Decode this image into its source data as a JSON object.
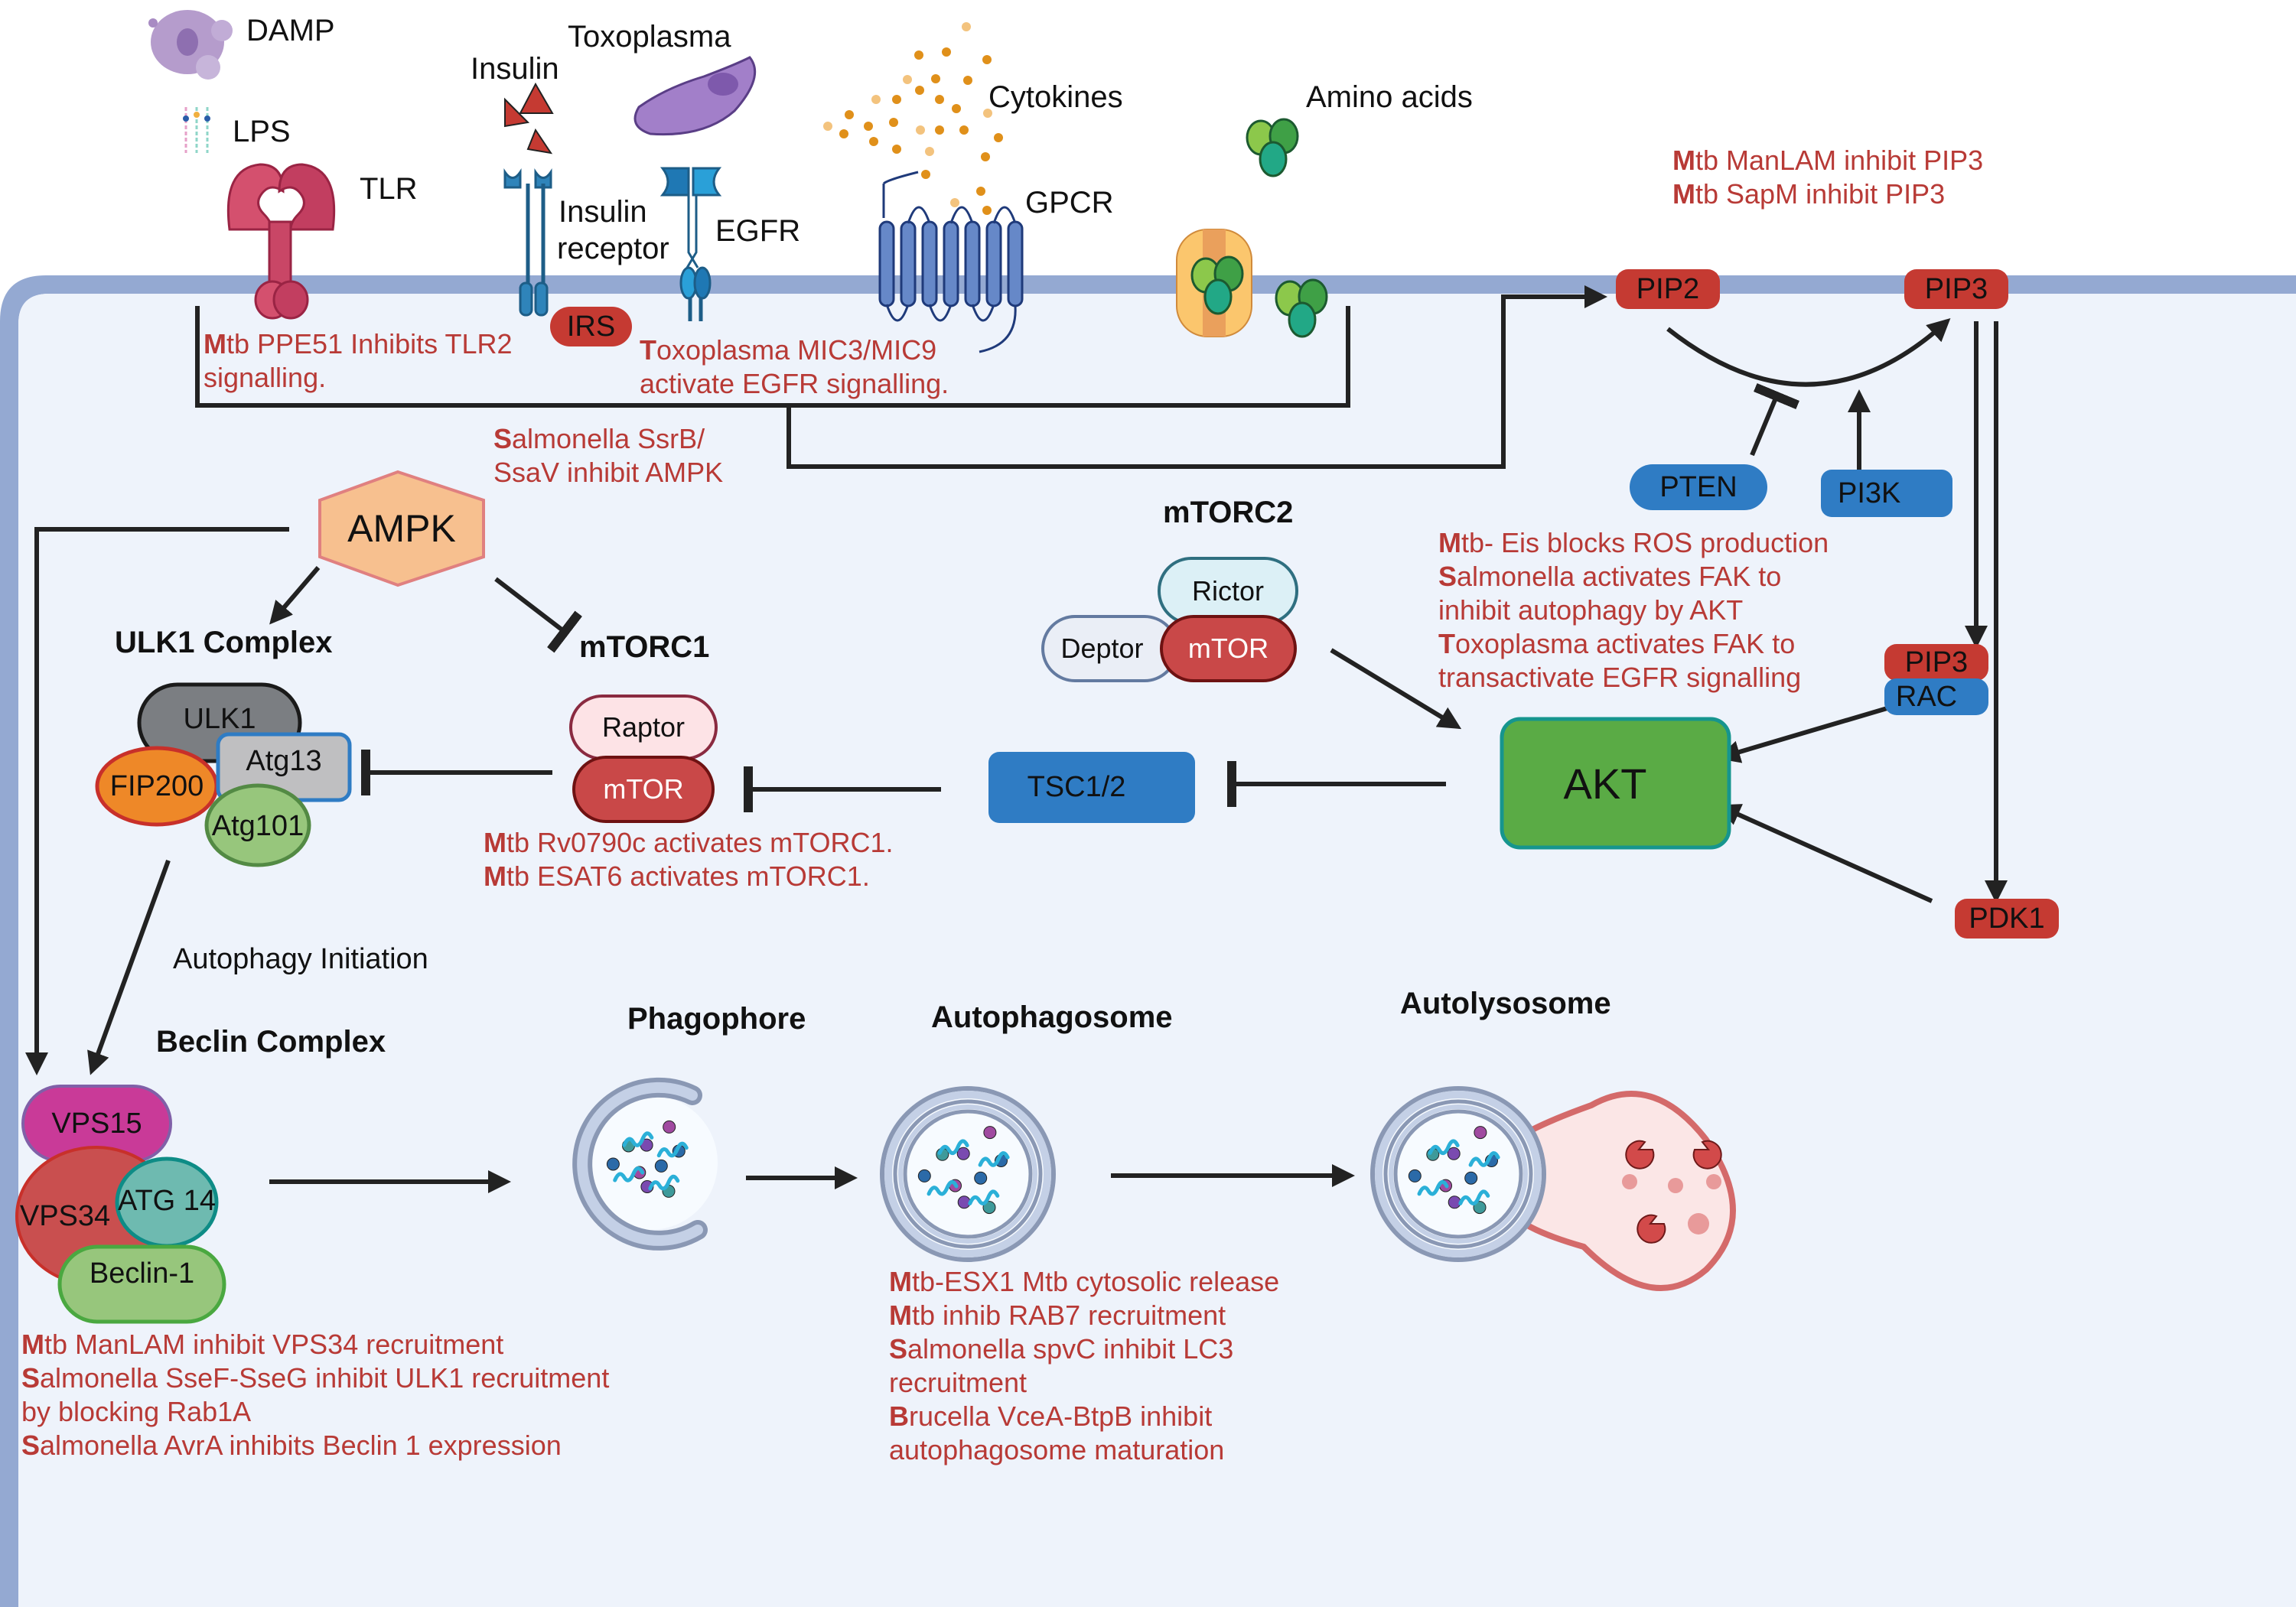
{
  "title": "Autophagy signalling pathway and pathogen interference",
  "colors": {
    "membrane": "#94a9d2",
    "cytoplasm": "#eef3fb",
    "note_red": "#b83a36",
    "red_node": "#c53a32",
    "blue_node": "#2f7cc4",
    "akt_green": "#5aab45",
    "ampk_orange": "#f7c08f"
  },
  "extracellular": {
    "damp": "DAMP",
    "lps": "LPS",
    "tlr": "TLR",
    "insulin": "Insulin",
    "toxoplasma": "Toxoplasma",
    "insulin_receptor_line1": "Insulin",
    "insulin_receptor_line2": "receptor",
    "egfr": "EGFR",
    "cytokines": "Cytokines",
    "gpcr": "GPCR",
    "amino_acids": "Amino acids"
  },
  "nodes": {
    "irs": "IRS",
    "pip2": "PIP2",
    "pip3_top": "PIP3",
    "pten": "PTEN",
    "pi3k": "PI3K",
    "ampk": "AMPK",
    "mtorc2_title": "mTORC2",
    "rictor": "Rictor",
    "deptor": "Deptor",
    "mtor_c2": "mTOR",
    "ulk1_complex_title": "ULK1 Complex",
    "ulk1": "ULK1",
    "atg13": "Atg13",
    "fip200": "FIP200",
    "atg101": "Atg101",
    "mtorc1_title": "mTORC1",
    "raptor": "Raptor",
    "mtor_c1": "mTOR",
    "tsc": "TSC1/2",
    "akt": "AKT",
    "pip3_rac_top": "PIP3",
    "rac": "RAC",
    "pdk1": "PDK1",
    "autophagy_initiation": "Autophagy Initiation",
    "beclin_complex_title": "Beclin Complex",
    "vps15": "VPS15",
    "vps34": "VPS34",
    "atg14": "ATG 14",
    "beclin1": "Beclin-1",
    "phagophore": "Phagophore",
    "autophagosome": "Autophagosome",
    "autolysosome": "Autolysosome"
  },
  "notes": {
    "tlr": [
      {
        "initial": "M",
        "rest": "tb PPE51 Inhibits TLR2"
      },
      {
        "initial": "",
        "rest": "signalling."
      }
    ],
    "egfr": [
      {
        "initial": "T",
        "rest": "oxoplasma MIC3/MIC9"
      },
      {
        "initial": "",
        "rest": "activate EGFR signalling."
      }
    ],
    "pip3": [
      {
        "initial": "M",
        "rest": "tb ManLAM inhibit PIP3"
      },
      {
        "initial": "M",
        "rest": "tb SapM inhibit PIP3"
      }
    ],
    "ampk": [
      {
        "initial": "S",
        "rest": "almonella SsrB/"
      },
      {
        "initial": "",
        "rest": "SsaV inhibit AMPK"
      }
    ],
    "akt": [
      {
        "initial": "M",
        "rest": "tb- Eis blocks ROS production"
      },
      {
        "initial": "S",
        "rest": "almonella activates FAK to"
      },
      {
        "initial": "",
        "rest": "inhibit autophagy by AKT"
      },
      {
        "initial": "T",
        "rest": "oxoplasma activates FAK to"
      },
      {
        "initial": "",
        "rest": "transactivate EGFR signalling"
      }
    ],
    "mtorc1": [
      {
        "initial": "M",
        "rest": "tb Rv0790c activates mTORC1."
      },
      {
        "initial": "M",
        "rest": "tb ESAT6 activates mTORC1."
      }
    ],
    "beclin": [
      {
        "initial": "M",
        "rest": "tb ManLAM inhibit VPS34 recruitment"
      },
      {
        "initial": "S",
        "rest": "almonella SseF-SseG inhibit ULK1 recruitment"
      },
      {
        "initial": "",
        "rest": "by blocking Rab1A"
      },
      {
        "initial": "S",
        "rest": "almonella AvrA inhibits Beclin 1 expression"
      }
    ],
    "autophagosome": [
      {
        "initial": "M",
        "rest": "tb-ESX1 Mtb  cytosolic release"
      },
      {
        "initial": "M",
        "rest": "tb inhib RAB7 recruitment"
      },
      {
        "initial": "S",
        "rest": "almonella spvC inhibit LC3"
      },
      {
        "initial": "",
        "rest": "recruitment"
      },
      {
        "initial": "B",
        "rest": "rucella VceA-BtpB inhibit"
      },
      {
        "initial": "",
        "rest": "autophagosome maturation"
      }
    ]
  }
}
